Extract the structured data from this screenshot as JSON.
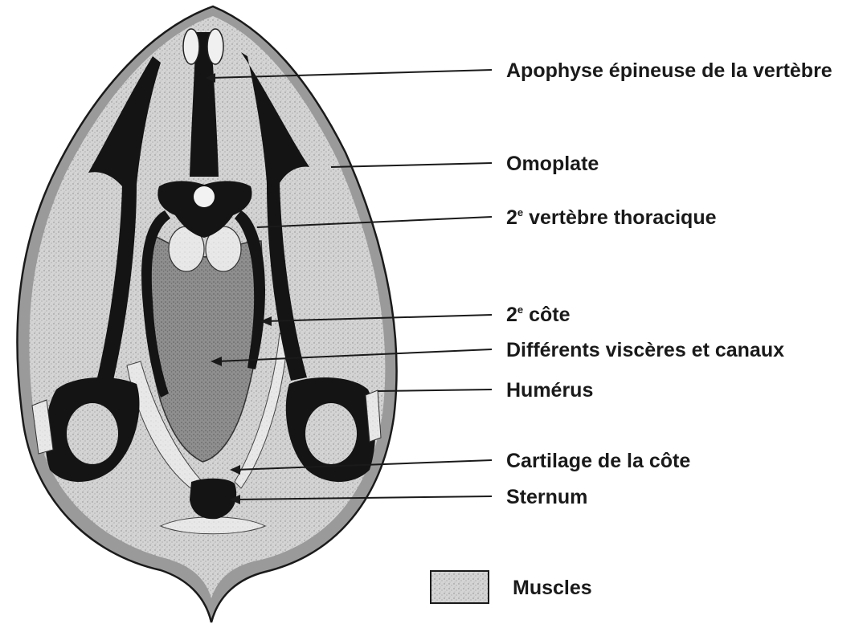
{
  "labels": {
    "apophyse": "Apophyse épineuse de la vertèbre",
    "omoplate": "Omoplate",
    "vertebre_num": "2",
    "vertebre_sup": "e",
    "vertebre_rest": " vertèbre thoracique",
    "cote_num": "2",
    "cote_sup": "e",
    "cote_rest": " côte",
    "visceres": "Différents viscères et canaux",
    "humerus": "Humérus",
    "cartilage": "Cartilage de la côte",
    "sternum": "Sternum"
  },
  "legend": {
    "muscles": "Muscles"
  },
  "colors": {
    "bone": "#141414",
    "muscle": "#d2d2d2",
    "viscera": "#8e8e8e",
    "skin": "#9a9a9a",
    "cartilage": "#e6e6e6"
  }
}
